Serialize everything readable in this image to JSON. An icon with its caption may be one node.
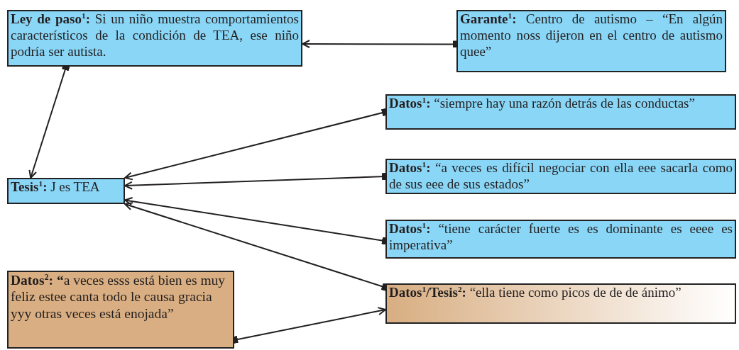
{
  "diagram": {
    "nodes": [
      {
        "text": [
          "**Ley de paso$^{1}$:** Si un niño muestra comportamientos característicos de la condición de TEA, ese niño podría ser autista."
        ]
      },
      {
        "text": [
          "**Garante$^{1}$:** Centro de autismo – “En algún momento noss dijeron en el centro de autismo quee”"
        ]
      },
      {
        "text": [
          "**Datos$^{1}$:** “siempre hay una razón detrás de las conductas”"
        ]
      },
      {
        "text": [
          "**Datos$^{1}$:** “a veces es difícil negociar con ella eee sacarla como de sus eee de sus estados”"
        ]
      },
      {
        "text": [
          "**Tesis$^{1}$:** J es TEA"
        ]
      },
      {
        "text": [
          "**Datos$^{1}$:** “tiene carácter fuerte es es dominante es eeee es imperativa”"
        ]
      },
      {
        "text": [
          "**Datos$^{2}$: “**a veces esss está bien es muy feliz estee canta todo le causa gracia yyy otras veces está enojada”"
        ]
      },
      {
        "text": [
          "**Datos$^{1}$/Tesis$^{2}$:** “ella tiene como picos de de de ánimo”"
        ]
      }
    ],
    "edges": [
      {
        "from": 1,
        "to": 0,
        "arrow": "to"
      },
      {
        "from": 0,
        "to": 4,
        "arrow": "to"
      },
      {
        "from": 2,
        "to": 4,
        "arrow": "to"
      },
      {
        "from": 3,
        "to": 4,
        "arrow": "to"
      },
      {
        "from": 5,
        "to": 4,
        "arrow": "to"
      },
      {
        "from": 7,
        "to": 4,
        "arrow": "to"
      },
      {
        "from": 6,
        "to": 7,
        "arrow": "to"
      }
    ]
  }
}
